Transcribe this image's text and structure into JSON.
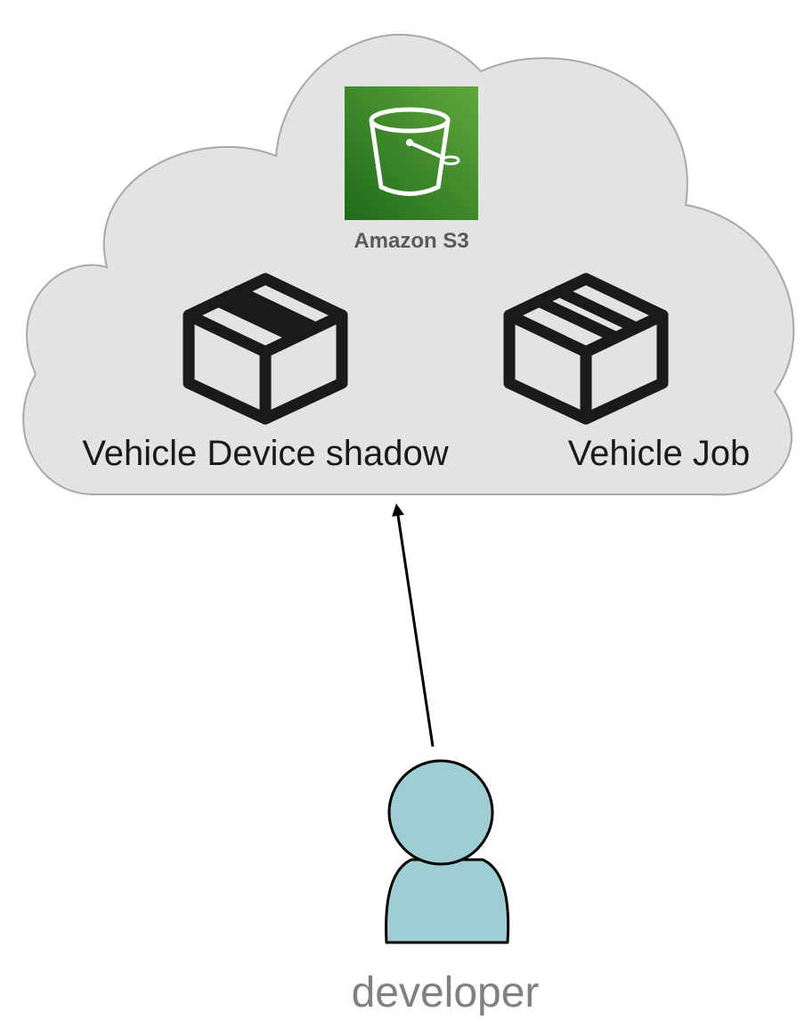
{
  "nodes": {
    "s3": {
      "label": "Amazon S3",
      "icon": "s3-bucket-icon"
    },
    "shadow": {
      "label": "Vehicle Device shadow",
      "icon": "box-icon"
    },
    "job": {
      "label": "Vehicle Job",
      "icon": "box-icon"
    },
    "developer": {
      "label": "developer",
      "icon": "person-icon"
    }
  },
  "colors": {
    "cloud_fill": "#e3e3e3",
    "cloud_stroke": "#a8a8a8",
    "s3_gradient_top": "#5fa83d",
    "s3_gradient_bottom": "#1f6a1a",
    "s3_label": "#5a5a5a",
    "person_fill": "#9ecdd4",
    "developer_label": "#808080",
    "text": "#1a1a1a"
  }
}
